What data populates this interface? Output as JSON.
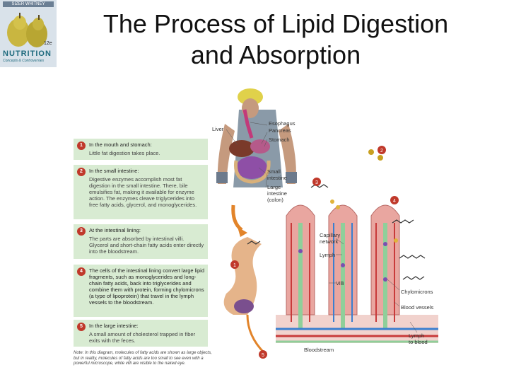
{
  "title_line1": "The Process of Lipid Digestion",
  "title_line2": "and Absorption",
  "cover": {
    "band": "SIZER WHITNEY",
    "brand": "NUTRITION",
    "subtitle": "Concepts & Controversies",
    "edition": "12e"
  },
  "steps": [
    {
      "num": "1",
      "heading": "In the mouth and stomach:",
      "body": "Little fat digestion takes place."
    },
    {
      "num": "2",
      "heading": "In the small intestine:",
      "body": "Digestive enzymes accomplish most fat digestion in the small intestine. There, bile emulsifies fat, making it available for enzyme action. The enzymes cleave triglycerides into free fatty acids, glycerol, and monoglycerides."
    },
    {
      "num": "3",
      "heading": "At the intestinal lining:",
      "body": "The parts are absorbed by intestinal villi. Glycerol and short-chain fatty acids enter directly into the bloodstream."
    },
    {
      "num": "4",
      "heading": "The cells of the intestinal lining convert large lipid fragments, such as monoglycerides and long-chain fatty acids, back into triglycerides and combine them with protein, forming chylomicrons (a type of lipoprotein) that travel in the lymph vessels to the bloodstream.",
      "body": ""
    },
    {
      "num": "5",
      "heading": "In the large intestine:",
      "body": "A small amount of cholesterol trapped in fiber exits with the feces."
    }
  ],
  "footnote": "Note: In this diagram, molecules of fatty acids are shown as large objects, but in reality, molecules of fatty acids are too small to see even with a powerful microscope, while villi are visible to the naked eye.",
  "labels": {
    "liver": "Liver",
    "esophagus": "Esophagus",
    "pancreas": "Pancreas",
    "stomach": "Stomach",
    "small_intestine_1": "Small",
    "small_intestine_2": "intestine",
    "large_intestine_1": "Large",
    "large_intestine_2": "intestine",
    "large_intestine_3": "(colon)",
    "capillary_1": "Capillary",
    "capillary_2": "network",
    "lymph": "Lymph",
    "villi": "Villi",
    "chylomicrons": "Chylomicrons",
    "blood_vessels": "Blood vessels",
    "lymph_to_blood_1": "Lymph",
    "lymph_to_blood_2": "to blood",
    "bloodstream": "Bloodstream"
  },
  "badges": {
    "b1": "1",
    "b2": "2",
    "b3": "3",
    "b4": "4",
    "b5": "5"
  },
  "colors": {
    "panel_green": "#d8ebd2",
    "badge_red": "#c0392b",
    "villus_pink": "#e9a6a0",
    "lymph_green": "#8fcf9a",
    "vessel_blue": "#3a7fd0",
    "vessel_red": "#c83a3a",
    "arrow_orange": "#e2842a"
  }
}
